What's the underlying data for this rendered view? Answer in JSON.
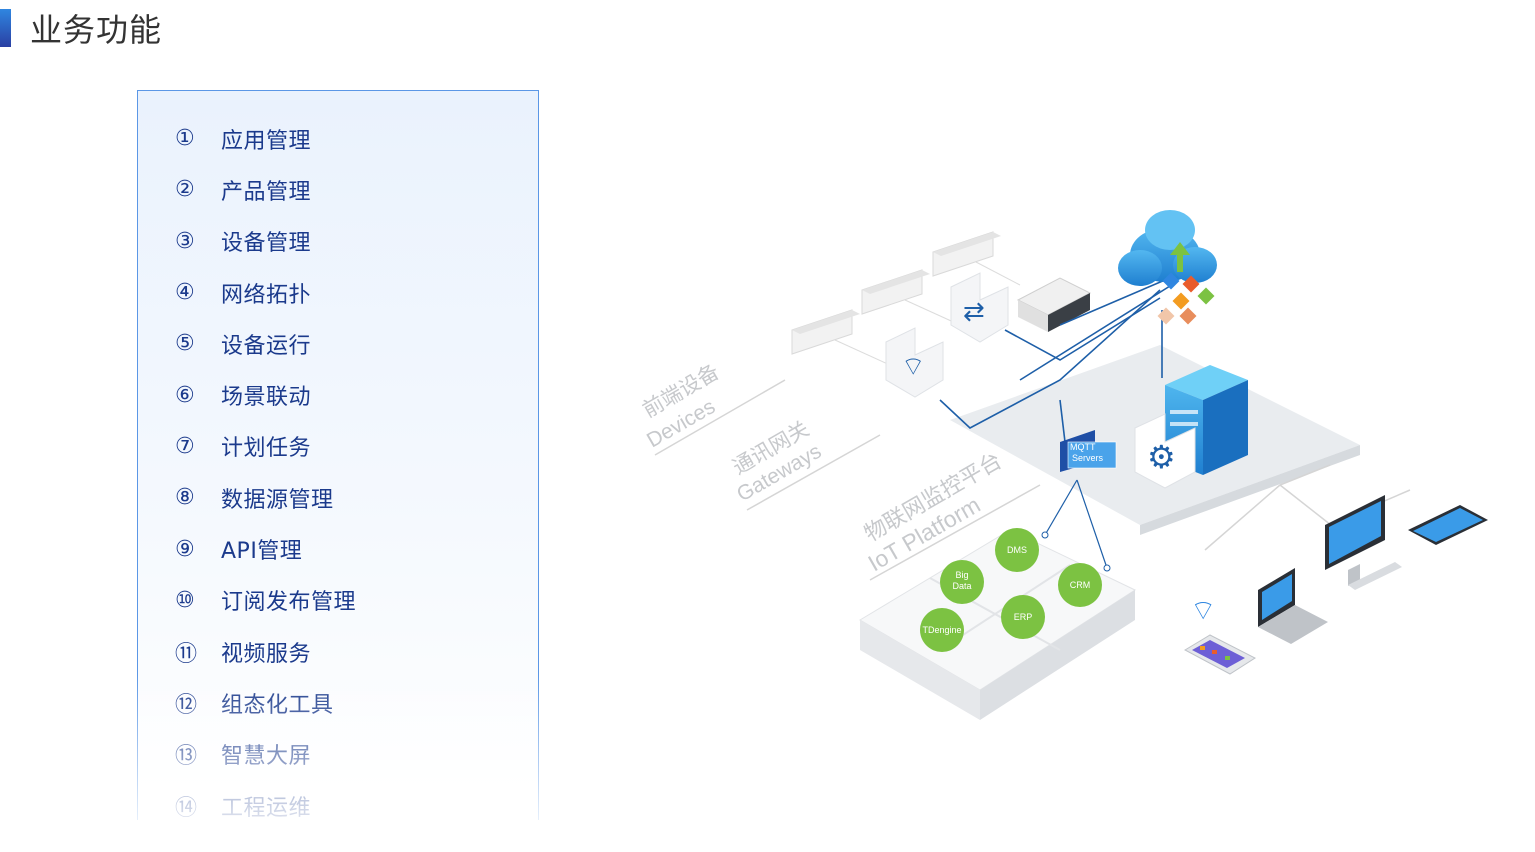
{
  "header": {
    "title": "业务功能"
  },
  "features": [
    {
      "num": "①",
      "label": "应用管理"
    },
    {
      "num": "②",
      "label": "产品管理"
    },
    {
      "num": "③",
      "label": "设备管理"
    },
    {
      "num": "④",
      "label": "网络拓扑"
    },
    {
      "num": "⑤",
      "label": "设备运行"
    },
    {
      "num": "⑥",
      "label": "场景联动"
    },
    {
      "num": "⑦",
      "label": "计划任务"
    },
    {
      "num": "⑧",
      "label": "数据源管理"
    },
    {
      "num": "⑨",
      "label": "API管理"
    },
    {
      "num": "⑩",
      "label": "订阅发布管理"
    },
    {
      "num": "⑪",
      "label": "视频服务"
    },
    {
      "num": "⑫",
      "label": "组态化工具"
    },
    {
      "num": "⑬",
      "label": "智慧大屏"
    },
    {
      "num": "⑭",
      "label": "工程运维"
    }
  ],
  "diagram": {
    "layer_devices_cn": "前端设备",
    "layer_devices_en": "Devices",
    "layer_gateways_cn": "通讯网关",
    "layer_gateways_en": "Gateways",
    "layer_platform_cn": "物联网监控平台",
    "layer_platform_en": "IoT Platform",
    "mqtt_line1": "MQTT",
    "mqtt_line2": "Servers",
    "nodes": {
      "dms": "DMS",
      "bigdata_1": "Big",
      "bigdata_2": "Data",
      "crm": "CRM",
      "erp": "ERP",
      "tdengine": "TDengine"
    },
    "colors": {
      "accent_blue": "#2f86e0",
      "node_green": "#7cc242",
      "line_blue": "#1e5fa8"
    }
  }
}
